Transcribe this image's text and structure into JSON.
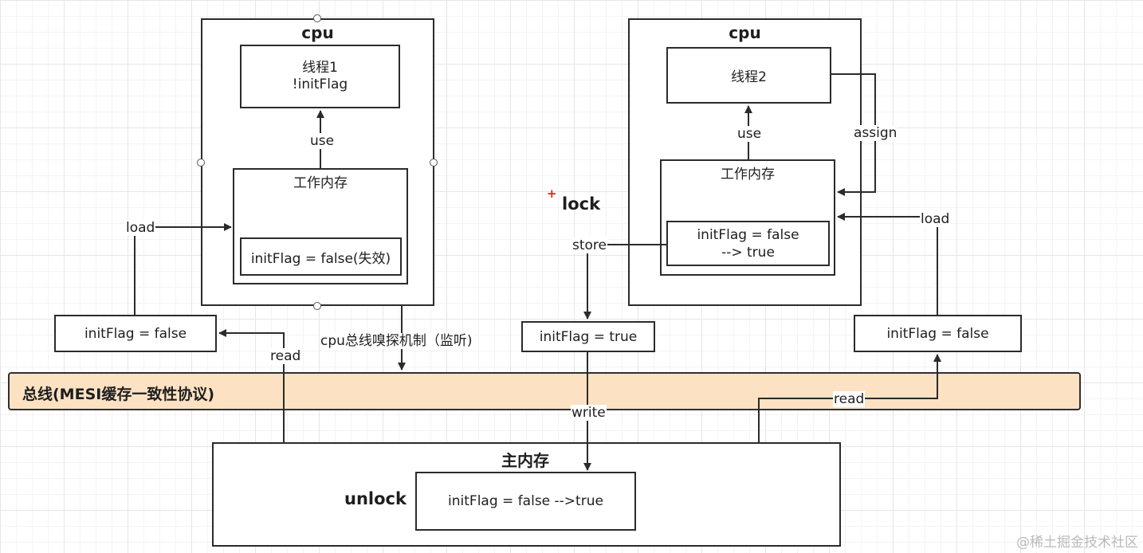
{
  "diagram": {
    "cpu_left": {
      "title": "cpu",
      "thread_name": "线程1",
      "thread_op": "!initFlag",
      "use_label": "use",
      "working_memory": "工作内存",
      "flag_value": "initFlag = false(失效)"
    },
    "cpu_right": {
      "title": "cpu",
      "thread_name": "线程2",
      "use_label": "use",
      "assign_label": "assign",
      "working_memory": "工作内存",
      "flag_value_line1": "initFlag = false",
      "flag_value_line2": "--> true"
    },
    "left_cache": "initFlag = false",
    "middle_cache": "initFlag = true",
    "right_cache": "initFlag = false",
    "load_left": "load",
    "load_right": "load",
    "read_left": "read",
    "read_right": "read",
    "store": "store",
    "write": "write",
    "lock": "lock",
    "unlock": "unlock",
    "sniff": "cpu总线嗅探机制（监听)",
    "bus": "总线(MESI缓存一致性协议)",
    "main_memory_title": "主内存",
    "main_memory_value": "initFlag = false -->true",
    "watermark": "@稀土掘金技术社区"
  }
}
